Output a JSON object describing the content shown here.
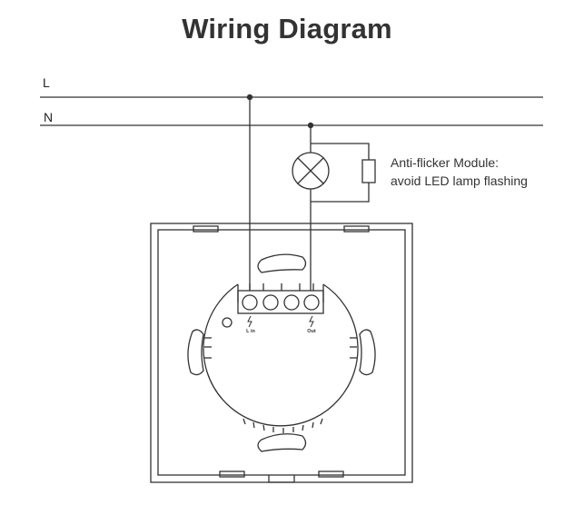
{
  "title": "Wiring Diagram",
  "lines": {
    "live": "L",
    "neutral": "N"
  },
  "module_note": {
    "line1": "Anti-flicker Module:",
    "line2": "avoid LED lamp flashing"
  },
  "terminals": {
    "input": "L in",
    "output": "Out"
  },
  "colors": {
    "stroke": "#333333",
    "title": "#333333",
    "background": "#ffffff"
  }
}
